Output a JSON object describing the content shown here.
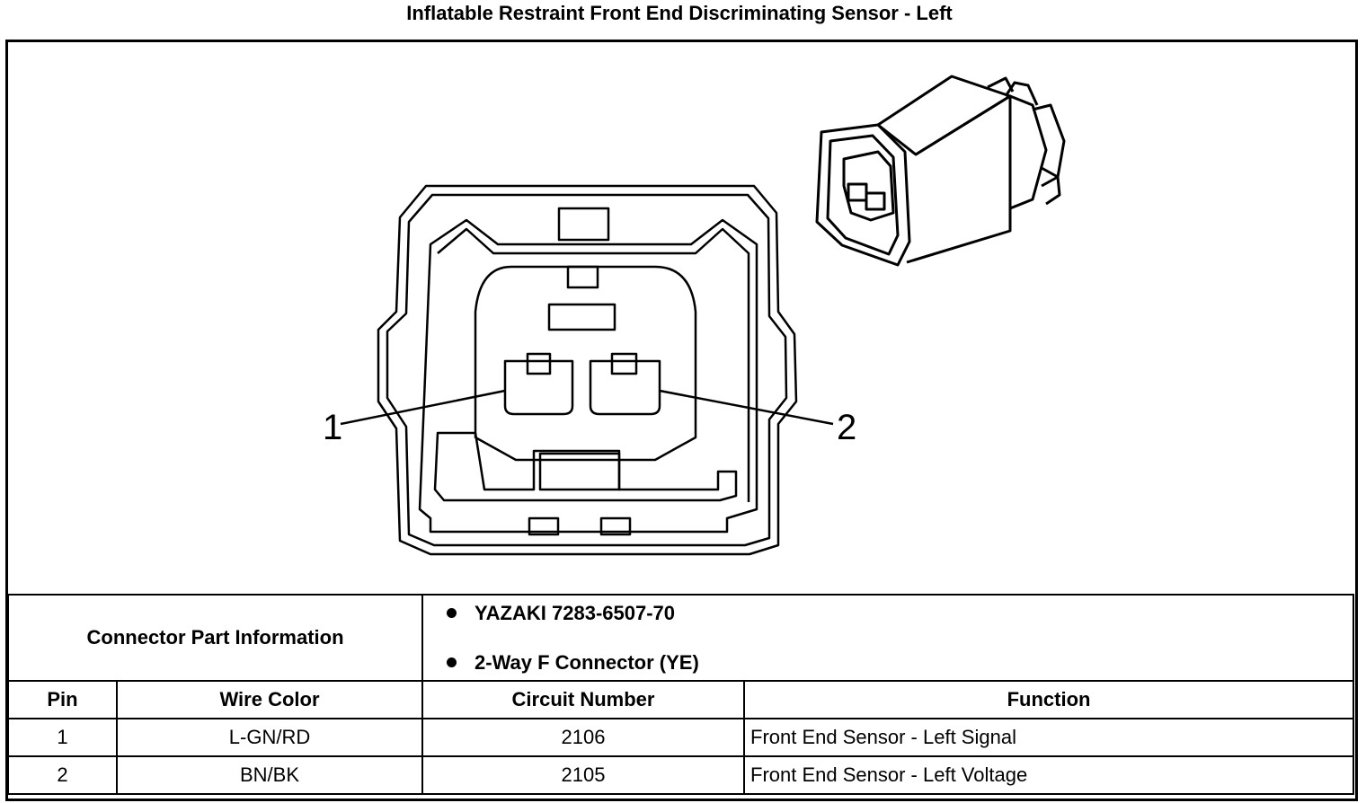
{
  "title": "Inflatable Restraint Front End Discriminating Sensor - Left",
  "diagram": {
    "pin_callouts": [
      "1",
      "2"
    ]
  },
  "connector_part_info": {
    "label": "Connector Part Information",
    "items": [
      "YAZAKI 7283-6507-70",
      "2-Way F Connector (YE)"
    ]
  },
  "pin_table": {
    "headers": [
      "Pin",
      "Wire Color",
      "Circuit Number",
      "Function"
    ],
    "rows": [
      {
        "pin": "1",
        "wire_color": "L-GN/RD",
        "circuit": "2106",
        "function": "Front End Sensor - Left Signal"
      },
      {
        "pin": "2",
        "wire_color": "BN/BK",
        "circuit": "2105",
        "function": "Front End Sensor - Left Voltage"
      }
    ]
  }
}
